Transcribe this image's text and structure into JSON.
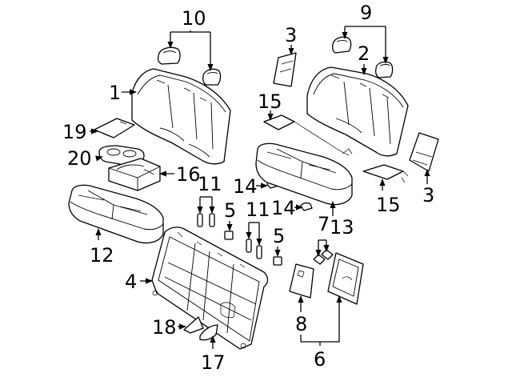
{
  "callouts": [
    "1",
    "2",
    "3",
    "3",
    "4",
    "5",
    "5",
    "6",
    "7",
    "8",
    "9",
    "10",
    "11",
    "11",
    "12",
    "13",
    "14",
    "14",
    "15",
    "15",
    "16",
    "17",
    "18",
    "19",
    "20"
  ]
}
